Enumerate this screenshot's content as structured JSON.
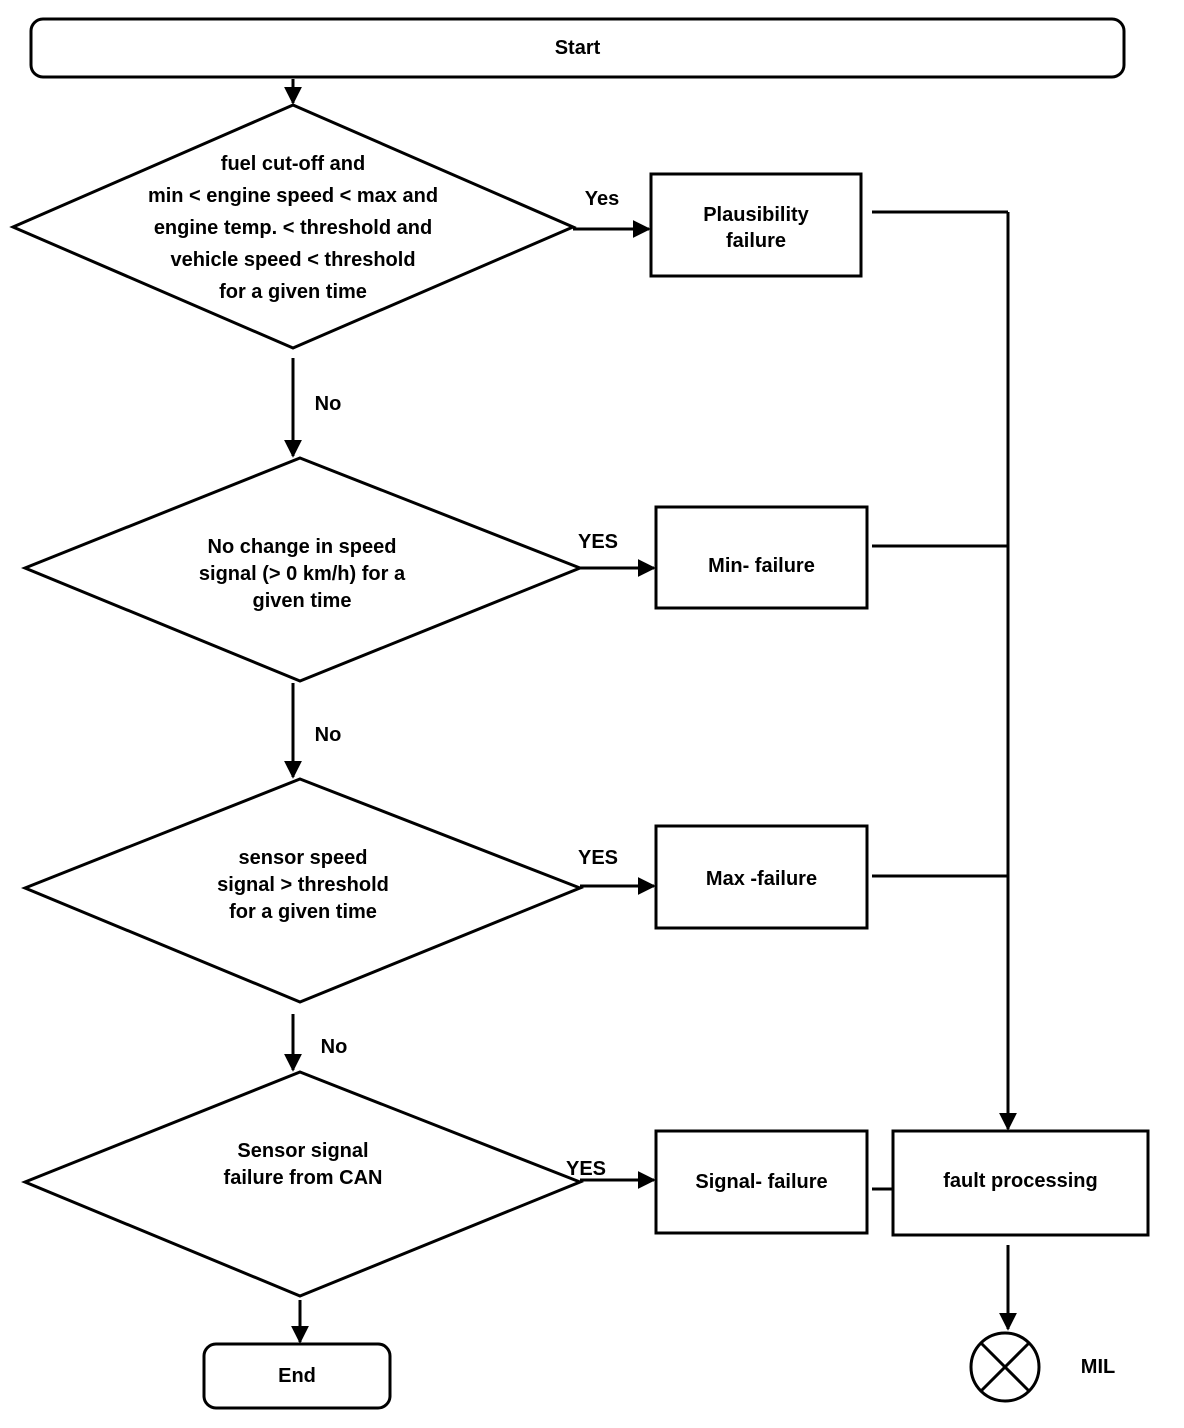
{
  "start": {
    "label": "Start"
  },
  "end": {
    "label": "End"
  },
  "decisions": [
    {
      "lines": [
        "fuel cut-off and",
        "min < engine speed < max and",
        "engine temp. < threshold and",
        "vehicle speed < threshold",
        "for a given time"
      ]
    },
    {
      "lines": [
        "No change in speed",
        "signal (> 0 km/h) for a",
        "given time"
      ]
    },
    {
      "lines": [
        "sensor speed",
        "signal  > threshold",
        "for a given time"
      ]
    },
    {
      "lines": [
        "Sensor signal",
        "failure from CAN"
      ]
    }
  ],
  "yes_labels": [
    "Yes",
    "YES",
    "YES",
    "YES"
  ],
  "no_labels": [
    "No",
    "No",
    "No"
  ],
  "failures": [
    {
      "lines": [
        "Plausibility",
        "failure"
      ]
    },
    {
      "lines": [
        "Min- failure"
      ]
    },
    {
      "lines": [
        "Max -failure"
      ]
    },
    {
      "lines": [
        "Signal- failure"
      ]
    }
  ],
  "fault_processing": {
    "label": "fault processing"
  },
  "mil": {
    "label": "MIL"
  }
}
